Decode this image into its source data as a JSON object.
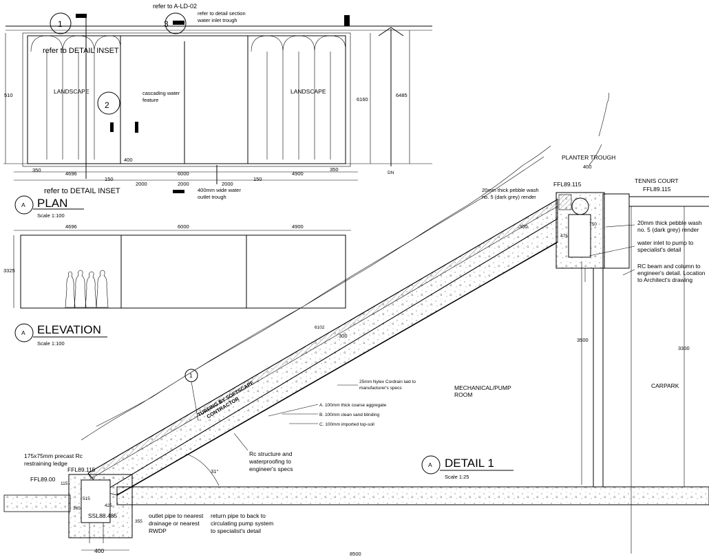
{
  "plan": {
    "title": "PLAN",
    "scale": "Scale 1:100",
    "bubble": "A",
    "callout_top": "refer to A-LD-02",
    "callout_1": "1",
    "callout_3": "3",
    "callout_2": "2",
    "note_detail_section": "refer to detail section",
    "note_inlet_trough": "water inlet trough",
    "refer_inset_1": "refer to DETAIL INSET",
    "refer_inset_2": "refer to DETAIL INSET",
    "landscape_left": "LANDSCAPE",
    "landscape_right": "LANDSCAPE",
    "water_feature_1": "cascading water",
    "water_feature_2": "feature",
    "dim_510": "510",
    "dim_6160": "6160",
    "dim_6485": "6485",
    "dim_350_left": "350",
    "dim_350_right": "350",
    "dim_4696": "4696",
    "dim_6000": "6000",
    "dim_4900": "4900",
    "dim_400": "400",
    "dim_150_left": "150",
    "dim_150_right": "150",
    "dim_2000_a": "2000",
    "dim_2000_b": "2000",
    "dim_2000_c": "2000",
    "outlet_1": "400mm wide water",
    "outlet_2": "outlet trough",
    "dn": "DN"
  },
  "elevation": {
    "title": "ELEVATION",
    "scale": "Scale 1:100",
    "bubble": "A",
    "dim_4696": "4696",
    "dim_6000": "6000",
    "dim_4900": "4900",
    "dim_3325": "3325"
  },
  "detail": {
    "title": "DETAIL 1",
    "scale": "Scale 1:25",
    "bubble": "A",
    "callout_1": "1",
    "planter_trough": "PLANTER TROUGH",
    "dim_400_top": "400",
    "tennis_court": "TENNIS COURT",
    "ffl_tennis": "FFL89.115",
    "ffl_top": "FFL89.115",
    "pebble_left_1": "20mm thick pebble wash",
    "pebble_left_2": "no. 5 (dark grey) render",
    "pebble_right_1": "20mm thick pebble wash",
    "pebble_right_2": "no. 5 (dark grey) render",
    "water_inlet_1": "water inlet to pump to",
    "water_inlet_2": "specialist's detail",
    "rc_beam_1": "RC beam and column to",
    "rc_beam_2": "engineer's detail. Location",
    "rc_beam_3": "to Architect's drawing",
    "dim_750": "750",
    "dim_475": "475",
    "dim_300_top": "300",
    "dim_300_mid": "300",
    "dim_6102": "6102",
    "dim_3500": "3500",
    "dim_3300": "3300",
    "turfing_1": "TURFING BY SOFTSCAPE",
    "turfing_2": "CONTRACTOR",
    "nylex": "25mm Nylex Cordrain laid to",
    "nylex_2": "manufacturer's specs",
    "layer_a": "A. 100mm thick coarse aggregate",
    "layer_b": "B. 100mm clean sand blinding",
    "layer_c": "C. 100mm imported top-soil",
    "mech_1": "MECHANICAL/PUMP",
    "mech_2": "ROOM",
    "carpark": "CARPARK",
    "rc_struct_1": "Rc structure and",
    "rc_struct_2": "waterproofing to",
    "rc_struct_3": "engineer's specs",
    "angle": "31°",
    "precast_1": "175x75mm  precast Rc",
    "precast_2": "restraining ledge",
    "ffl_lower": "FFL89.115",
    "ffl_89": "FFL89.00",
    "dim_115": "115",
    "dim_515": "515",
    "dim_365": "365",
    "dim_425": "425",
    "ssl": "SSL88.485",
    "dim_355": "355",
    "dim_400_bot": "400",
    "dim_8500": "8500",
    "outlet_1": "outlet pipe to nearest",
    "outlet_2": "drainage or nearest",
    "outlet_3": "RWDP",
    "return_1": "return pipe to back to",
    "return_2": "circulating pump system",
    "return_3": "to specialist's detail"
  }
}
